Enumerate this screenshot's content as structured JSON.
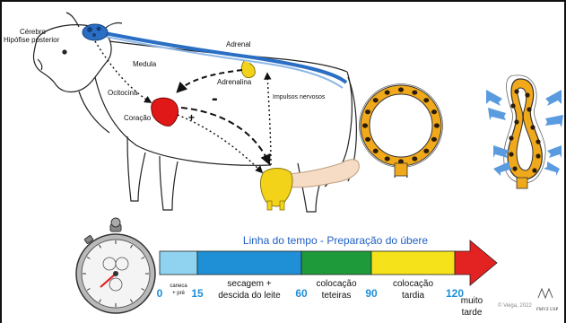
{
  "labels": {
    "brain": "Cérebro",
    "pituitary": "Hipófise posterior",
    "medula": "Medula",
    "adrenal": "Adrenal",
    "adrenalina": "Adrenalina",
    "ocitocina": "Ocitocina",
    "coracao": "Coração",
    "minus": "-",
    "plus": "+",
    "impulsos": "Impulsos nervosos"
  },
  "timeline": {
    "title": "Linha do tempo - Preparação do úbere",
    "segments": [
      {
        "label_line1": "caneca",
        "label_line2": "+ pré",
        "color": "#8fd3f0"
      },
      {
        "label_line1": "secagem +",
        "label_line2": "descida do leite",
        "color": "#1f8fd6"
      },
      {
        "label_line1": "colocação",
        "label_line2": "teteiras",
        "color": "#1e9a3a"
      },
      {
        "label_line1": "colocação",
        "label_line2": "tardia",
        "color": "#f5e21a"
      }
    ],
    "arrow_color": "#e32222",
    "ticks": [
      "0",
      "15",
      "60",
      "90",
      "120"
    ],
    "late_line1": "muito",
    "late_line2": "tarde"
  },
  "credit": "© Veiga, 2022",
  "logo_text": "FMVZ USP",
  "colors": {
    "blue_nerve": "#2a6fc4",
    "heart": "#e01818",
    "adrenal": "#f3d21a",
    "udder": "#f3d21a",
    "alveolus": "#f0a91a"
  }
}
